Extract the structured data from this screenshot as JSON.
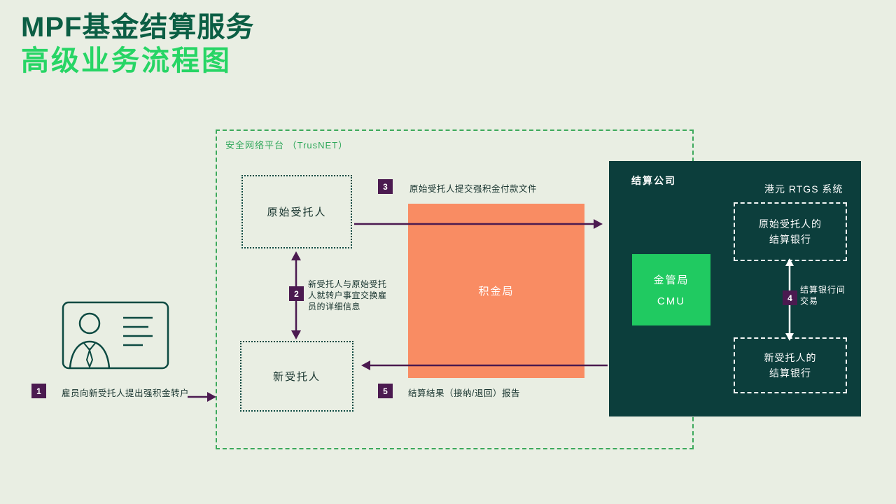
{
  "title": {
    "line1": "MPF基金结算服务",
    "line2": "高级业务流程图"
  },
  "secure_platform": {
    "label": "安全网络平台 （TrusNET）"
  },
  "nodes": {
    "original_trustee": "原始受托人",
    "new_trustee": "新受托人",
    "mpfa": "积金局",
    "settlement_company": "结算公司",
    "rtgs_system": "港元 RTGS 系统",
    "original_trustee_bank_line1": "原始受托人的",
    "original_trustee_bank_line2": "结算银行",
    "new_trustee_bank_line1": "新受托人的",
    "new_trustee_bank_line2": "结算银行",
    "hkma_line1": "金管局",
    "hkma_line2": "CMU"
  },
  "steps": [
    {
      "num": "1",
      "label": "雇员向新受托人提出强积金转户"
    },
    {
      "num": "2",
      "label": "新受托人与原始受托人就转户事宜交换雇员的详细信息"
    },
    {
      "num": "3",
      "label": "原始受托人提交强积金付款文件"
    },
    {
      "num": "4",
      "label": "结算银行间交易"
    },
    {
      "num": "5",
      "label": "结算结果（接纳/退回）报告"
    }
  ],
  "icons": {
    "employee_card": "employee-id-card-icon"
  },
  "colors": {
    "background": "#e9eee3",
    "title_dark_green": "#0b5e44",
    "title_bright_green": "#27d565",
    "dashed_green": "#3ca95b",
    "arrow_purple": "#4b1a50",
    "mpfa_orange": "#f98c63",
    "settlement_teal": "#0c3e3c",
    "hkma_green": "#20ca61"
  }
}
